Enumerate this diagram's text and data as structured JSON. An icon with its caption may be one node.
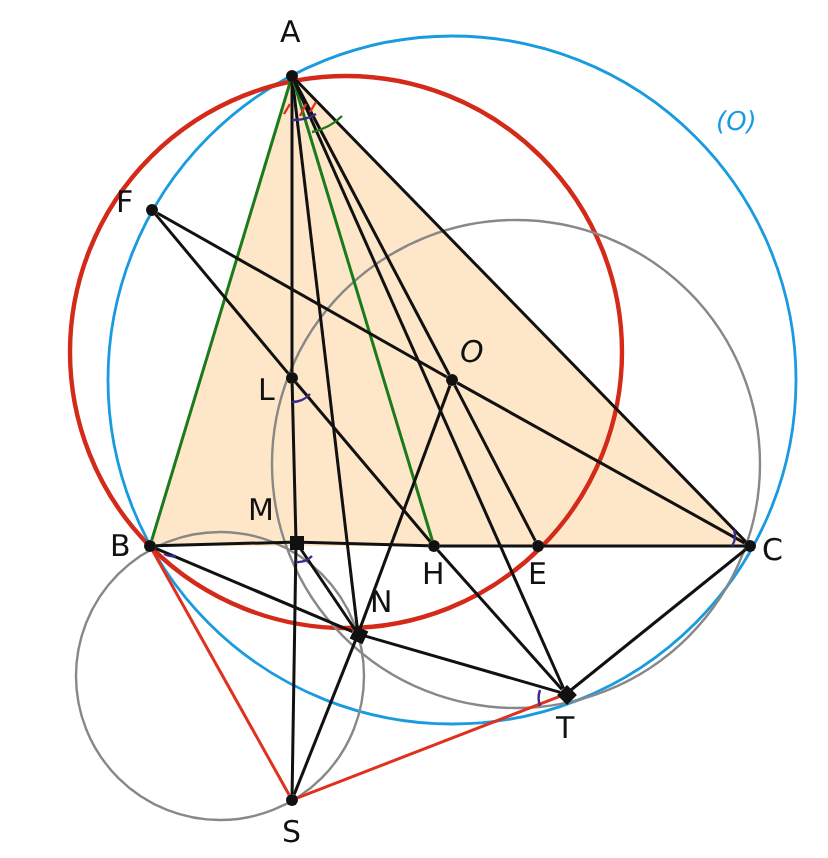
{
  "diagram": {
    "nodes": [
      {
        "text": [
          "A"
        ]
      },
      {
        "text": [
          "F"
        ]
      },
      {
        "text": [
          "L"
        ]
      },
      {
        "text": [
          "O"
        ]
      },
      {
        "text": [
          "B"
        ]
      },
      {
        "text": [
          "M"
        ]
      },
      {
        "text": [
          "H"
        ]
      },
      {
        "text": [
          "E"
        ]
      },
      {
        "text": [
          "C"
        ]
      },
      {
        "text": [
          "N"
        ]
      },
      {
        "text": [
          "T"
        ]
      },
      {
        "text": [
          "S"
        ]
      }
    ],
    "edges": [
      {
        "from": 0,
        "to": 4,
        "arrow": "none",
        "color": "#1b7a1b"
      },
      {
        "from": 0,
        "to": 8,
        "arrow": "none"
      },
      {
        "from": 0,
        "to": 2,
        "arrow": "none"
      },
      {
        "from": 2,
        "to": 5,
        "arrow": "none"
      },
      {
        "from": 5,
        "to": 11,
        "arrow": "none"
      },
      {
        "from": 0,
        "to": 9,
        "arrow": "none"
      },
      {
        "from": 0,
        "to": 6,
        "arrow": "none",
        "color": "#1b7a1b"
      },
      {
        "from": 0,
        "to": 3,
        "arrow": "none"
      },
      {
        "from": 3,
        "to": 7,
        "arrow": "none"
      },
      {
        "from": 0,
        "to": 10,
        "arrow": "none"
      },
      {
        "from": 4,
        "to": 5,
        "arrow": "none"
      },
      {
        "from": 5,
        "to": 6,
        "arrow": "none"
      },
      {
        "from": 6,
        "to": 7,
        "arrow": "none"
      },
      {
        "from": 7,
        "to": 8,
        "arrow": "none"
      },
      {
        "from": 1,
        "to": 2,
        "arrow": "none"
      },
      {
        "from": 2,
        "to": 6,
        "arrow": "none"
      },
      {
        "from": 6,
        "to": 10,
        "arrow": "none"
      },
      {
        "from": 1,
        "to": 3,
        "arrow": "none"
      },
      {
        "from": 3,
        "to": 8,
        "arrow": "none"
      },
      {
        "from": 3,
        "to": 9,
        "arrow": "none"
      },
      {
        "from": 9,
        "to": 11,
        "arrow": "none"
      },
      {
        "from": 4,
        "to": 9,
        "arrow": "none"
      },
      {
        "from": 9,
        "to": 10,
        "arrow": "none"
      },
      {
        "from": 5,
        "to": 9,
        "arrow": "none"
      },
      {
        "from": 8,
        "to": 10,
        "arrow": "none"
      },
      {
        "from": 4,
        "to": 11,
        "arrow": "none",
        "color": "#e0301e"
      },
      {
        "from": 11,
        "to": 10,
        "arrow": "none",
        "color": "#e0301e"
      }
    ],
    "labels": [
      "(O)"
    ]
  }
}
